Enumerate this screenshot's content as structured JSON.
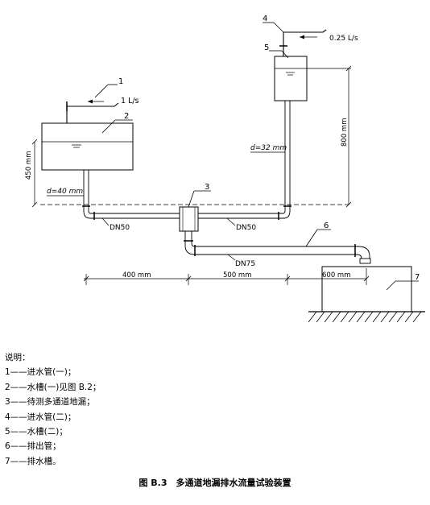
{
  "diagram": {
    "callouts": [
      "1",
      "2",
      "3",
      "4",
      "5",
      "6",
      "7"
    ],
    "flow_1": "1 L/s",
    "flow_4": "0.25 L/s",
    "dim_450": "450 mm",
    "dim_800": "800 mm",
    "d40": "d=40 mm",
    "d32": "d=32 mm",
    "dn50_left": "DN50",
    "dn50_right": "DN50",
    "dn75": "DN75",
    "dim_400": "400 mm",
    "dim_500": "500 mm",
    "dim_600": "600 mm"
  },
  "notes": {
    "heading": "说明：",
    "items": [
      "1——进水管(一)；",
      "2——水槽(一)见图 B.2；",
      "3——待测多通道地漏；",
      "4——进水管(二)；",
      "5——水槽(二)；",
      "6——排出管；",
      "7——排水槽。"
    ]
  },
  "caption": "图 B.3　多通道地漏排水流量试验装置"
}
